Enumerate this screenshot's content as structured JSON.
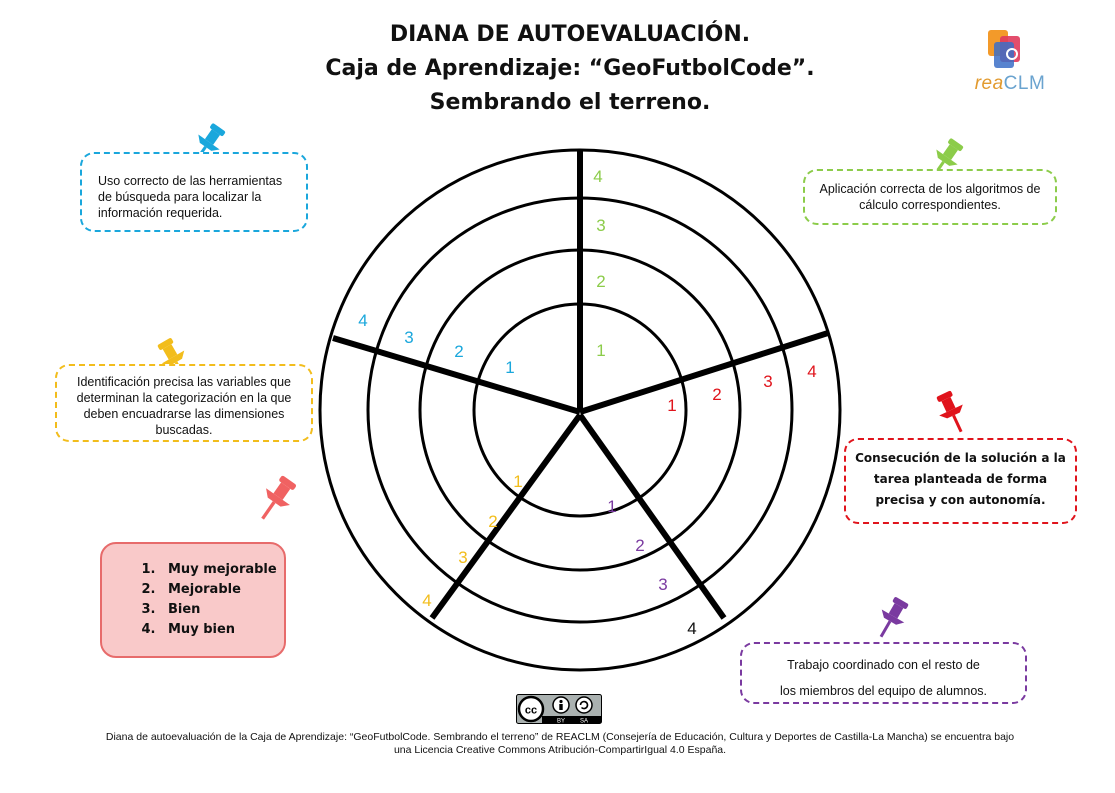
{
  "title": {
    "line1": "DIANA DE AUTOEVALUACIÓN.",
    "line2": "Caja de Aprendizaje: “GeoFutbolCode”.",
    "line3": "Sembrando el terreno."
  },
  "logo": {
    "part1": "rea",
    "part2": "CLM"
  },
  "criteria": [
    {
      "key": "blue",
      "text": "Uso correcto de las herramientas de búsqueda para localizar la información requerida.",
      "color": "#1aa7dc"
    },
    {
      "key": "green",
      "text": "Aplicación correcta de los algoritmos de cálculo correspondientes.",
      "color": "#8ccc4a"
    },
    {
      "key": "yellow",
      "text": "Identificación precisa las variables que determinan la categorización en la que deben encuadrarse las dimensiones buscadas.",
      "color": "#f2bd1c"
    },
    {
      "key": "red",
      "text": "Consecución de la solución a la tarea planteada de forma precisa y con autonomía.",
      "color": "#e0141c"
    },
    {
      "key": "purple",
      "text_line1": "Trabajo coordinado con el resto de",
      "text_line2": "los miembros del equipo de alumnos.",
      "color": "#7a3aa0"
    }
  ],
  "target_numbers": {
    "green": [
      "1",
      "2",
      "3",
      "4"
    ],
    "red": [
      "1",
      "2",
      "3",
      "4"
    ],
    "blue": [
      "1",
      "2",
      "3",
      "4"
    ],
    "yellow": [
      "1",
      "2",
      "3",
      "4"
    ],
    "purple": [
      "1",
      "2",
      "3",
      "4"
    ]
  },
  "legend": [
    "Muy mejorable",
    "Mejorable",
    "Bien",
    "Muy bien"
  ],
  "legend_colors": {
    "fill": "#f9c9c9",
    "border": "#e76b6b"
  },
  "cc_badge": {
    "cc": "cc",
    "by": "BY",
    "sa": "SA"
  },
  "footer": {
    "line1": "Diana de autoevaluación de la Caja de Aprendizaje: “GeoFutbolCode. Sembrando el terreno” de REACLM (Consejería de Educación, Cultura y Deportes de Castilla-La Mancha) se encuentra bajo",
    "line2": "una Licencia Creative Commons Atribución-CompartirIgual 4.0 España."
  },
  "icons": [
    "pushpin-icon",
    "creative-commons-icon",
    "reaclm-logo"
  ]
}
